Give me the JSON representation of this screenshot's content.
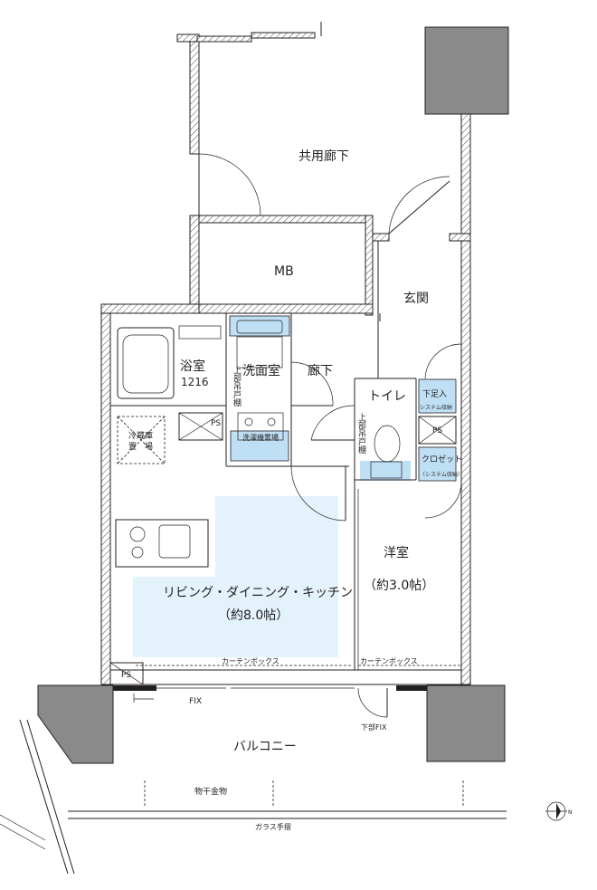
{
  "rooms": {
    "corridor": "共用廊下",
    "mb": "MB",
    "entrance": "玄関",
    "bath": "浴室",
    "bath_size": "1216",
    "washroom": "洗面室",
    "hallway": "廊下",
    "toilet": "トイレ",
    "ldk": "リビング・ダイニング・キッチン",
    "ldk_size": "（約8.0帖）",
    "western": "洋室",
    "western_size": "（約3.0帖）",
    "balcony": "バルコニー"
  },
  "labels": {
    "ps": "PS",
    "fridge_line1": "冷蔵庫",
    "fridge_line2": "置　場",
    "washer": "洗濯機置場",
    "upper_cabinet": "上部吊戸棚",
    "shoe_storage_line1": "下足入",
    "shoe_storage_line2": "システム収納",
    "closet_line1": "クロゼット",
    "closet_line2": "（システム収納）",
    "curtain_box": "カーテンボックス",
    "fix": "FIX",
    "lower_fix": "下部FIX",
    "drying_hardware": "物干金物",
    "glass_railing": "ガラス手摺",
    "north": "N"
  },
  "colors": {
    "wall": "#231f20",
    "blue_fill": "#bfe0f4",
    "light_blue_fill": "#e4f2fb",
    "column_gray": "#8a8a8a"
  }
}
